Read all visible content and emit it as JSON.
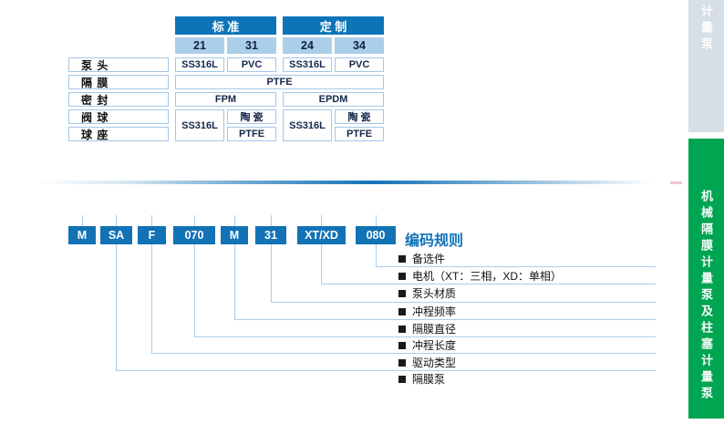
{
  "materials_table": {
    "group_headers": [
      "标 准",
      "定 制"
    ],
    "code_headers": [
      "21",
      "31",
      "24",
      "34"
    ],
    "row_labels": [
      "泵 头",
      "隔 膜",
      "密 封",
      "阀 球",
      "球 座"
    ],
    "pump_head_cells": [
      "SS316L",
      "PVC",
      "SS316L",
      "PVC"
    ],
    "diaphragm_cell": "PTFE",
    "seal_cells": [
      "FPM",
      "EPDM"
    ],
    "valve_cells": {
      "std_material": "SS316L",
      "std_ball": "陶 瓷",
      "std_seat": "PTFE",
      "custom_material": "SS316L",
      "custom_ball": "陶 瓷",
      "custom_seat": "PTFE"
    }
  },
  "coding": {
    "title": "编码规则",
    "segments": [
      "M",
      "SA",
      "F",
      "070",
      "M",
      "31",
      "XT/XD",
      "080"
    ],
    "legend": [
      "备选件",
      "电机（XT：三相，XD：单相）",
      "泵头材质",
      "冲程频率",
      "隔膜直径",
      "冲程长度",
      "驱动类型",
      "隔膜泵"
    ]
  },
  "sidebar": {
    "top_tab_label": "计量泵",
    "section_label": "机械隔膜计量泵及柱塞计量泵"
  },
  "colors": {
    "header_blue": "#0e74b8",
    "subheader_blue": "#abcee9",
    "cell_border": "#a3c8e8",
    "code_box_blue": "#1272b5",
    "connector_blue": "#a9cdea",
    "title_blue": "#1272b8",
    "divider_blue": "#1573b8",
    "sidebar_tab_bg": "#d6dee6",
    "sidebar_green": "#00a551"
  }
}
